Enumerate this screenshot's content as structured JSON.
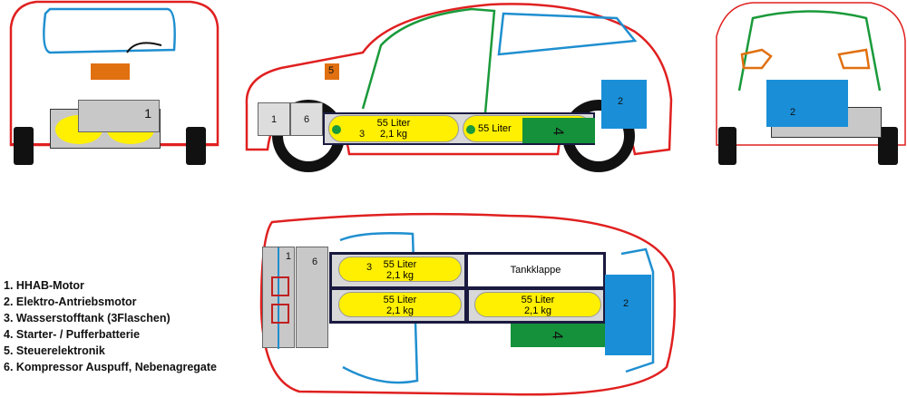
{
  "legend": [
    "1. HHAB-Motor",
    "2. Elektro-Antriebsmotor",
    "3. Wasserstofftank (3Flaschen)",
    "4. Starter- / Pufferbatterie",
    "5. Steuerelektronik",
    "6. Kompressor Auspuff, Nebenagregate"
  ],
  "labels": {
    "n1": "1",
    "n2": "2",
    "n3": "3",
    "n4": "4",
    "n5": "5",
    "n6": "6",
    "tank_volume": "55 Liter",
    "tank_mass": "2,1 kg",
    "tankklappe": "Tankklappe"
  },
  "colors": {
    "body": "#e02020",
    "window": "#1f8fd0",
    "green": "#1a9a3a",
    "tank": "#ffef00",
    "motor": "#1a8fd8",
    "battery": "#14913a",
    "ecu": "#e07010"
  }
}
